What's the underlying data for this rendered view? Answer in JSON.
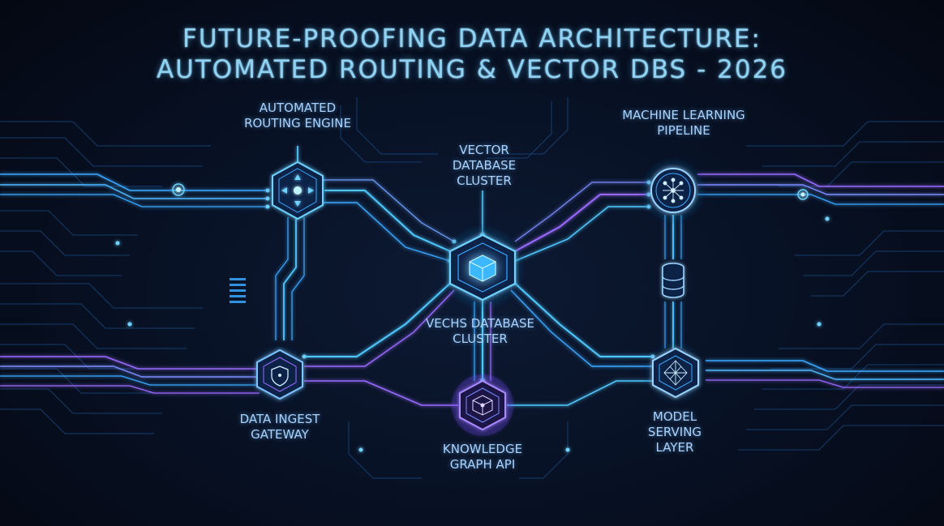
{
  "title": {
    "line1": "FUTURE-PROOFING DATA ARCHITECTURE:",
    "line2": "AUTOMATED ROUTING & VECTOR DBS - 2026"
  },
  "nodes": {
    "routing_engine": {
      "line1": "AUTOMATED",
      "line2": "ROUTING ENGINE"
    },
    "vector_db_top": {
      "line1": "VECTOR",
      "line2": "DATABASE",
      "line3": "CLUSTER"
    },
    "ml_pipeline": {
      "line1": "MACHINE LEARNING",
      "line2": "PIPELINE"
    },
    "vector_db_center": {
      "line1": "VECHS DATABASE",
      "line2": "CLUSTER"
    },
    "data_ingest": {
      "line1": "DATA INGEST",
      "line2": "GATEWAY"
    },
    "knowledge_graph": {
      "line1": "KNOWLEDGE",
      "line2": "GRAPH API"
    },
    "model_serving": {
      "line1": "MODEL",
      "line2": "SERVING",
      "line3": "LAYER"
    }
  },
  "colors": {
    "title": "#8fd3f4",
    "trace_blue": "#3aa8ff",
    "trace_violet": "#9a6bff",
    "node_glow": "#4fc8ff"
  },
  "icons": {
    "routing_engine": "compass-arrows-icon",
    "vector_db_center": "cube-icon",
    "ml_pipeline": "neural-network-icon",
    "data_ingest": "shield-icon",
    "knowledge_graph": "graph-cube-icon",
    "model_serving": "polyhedron-icon",
    "storage": "database-stack-icon"
  }
}
